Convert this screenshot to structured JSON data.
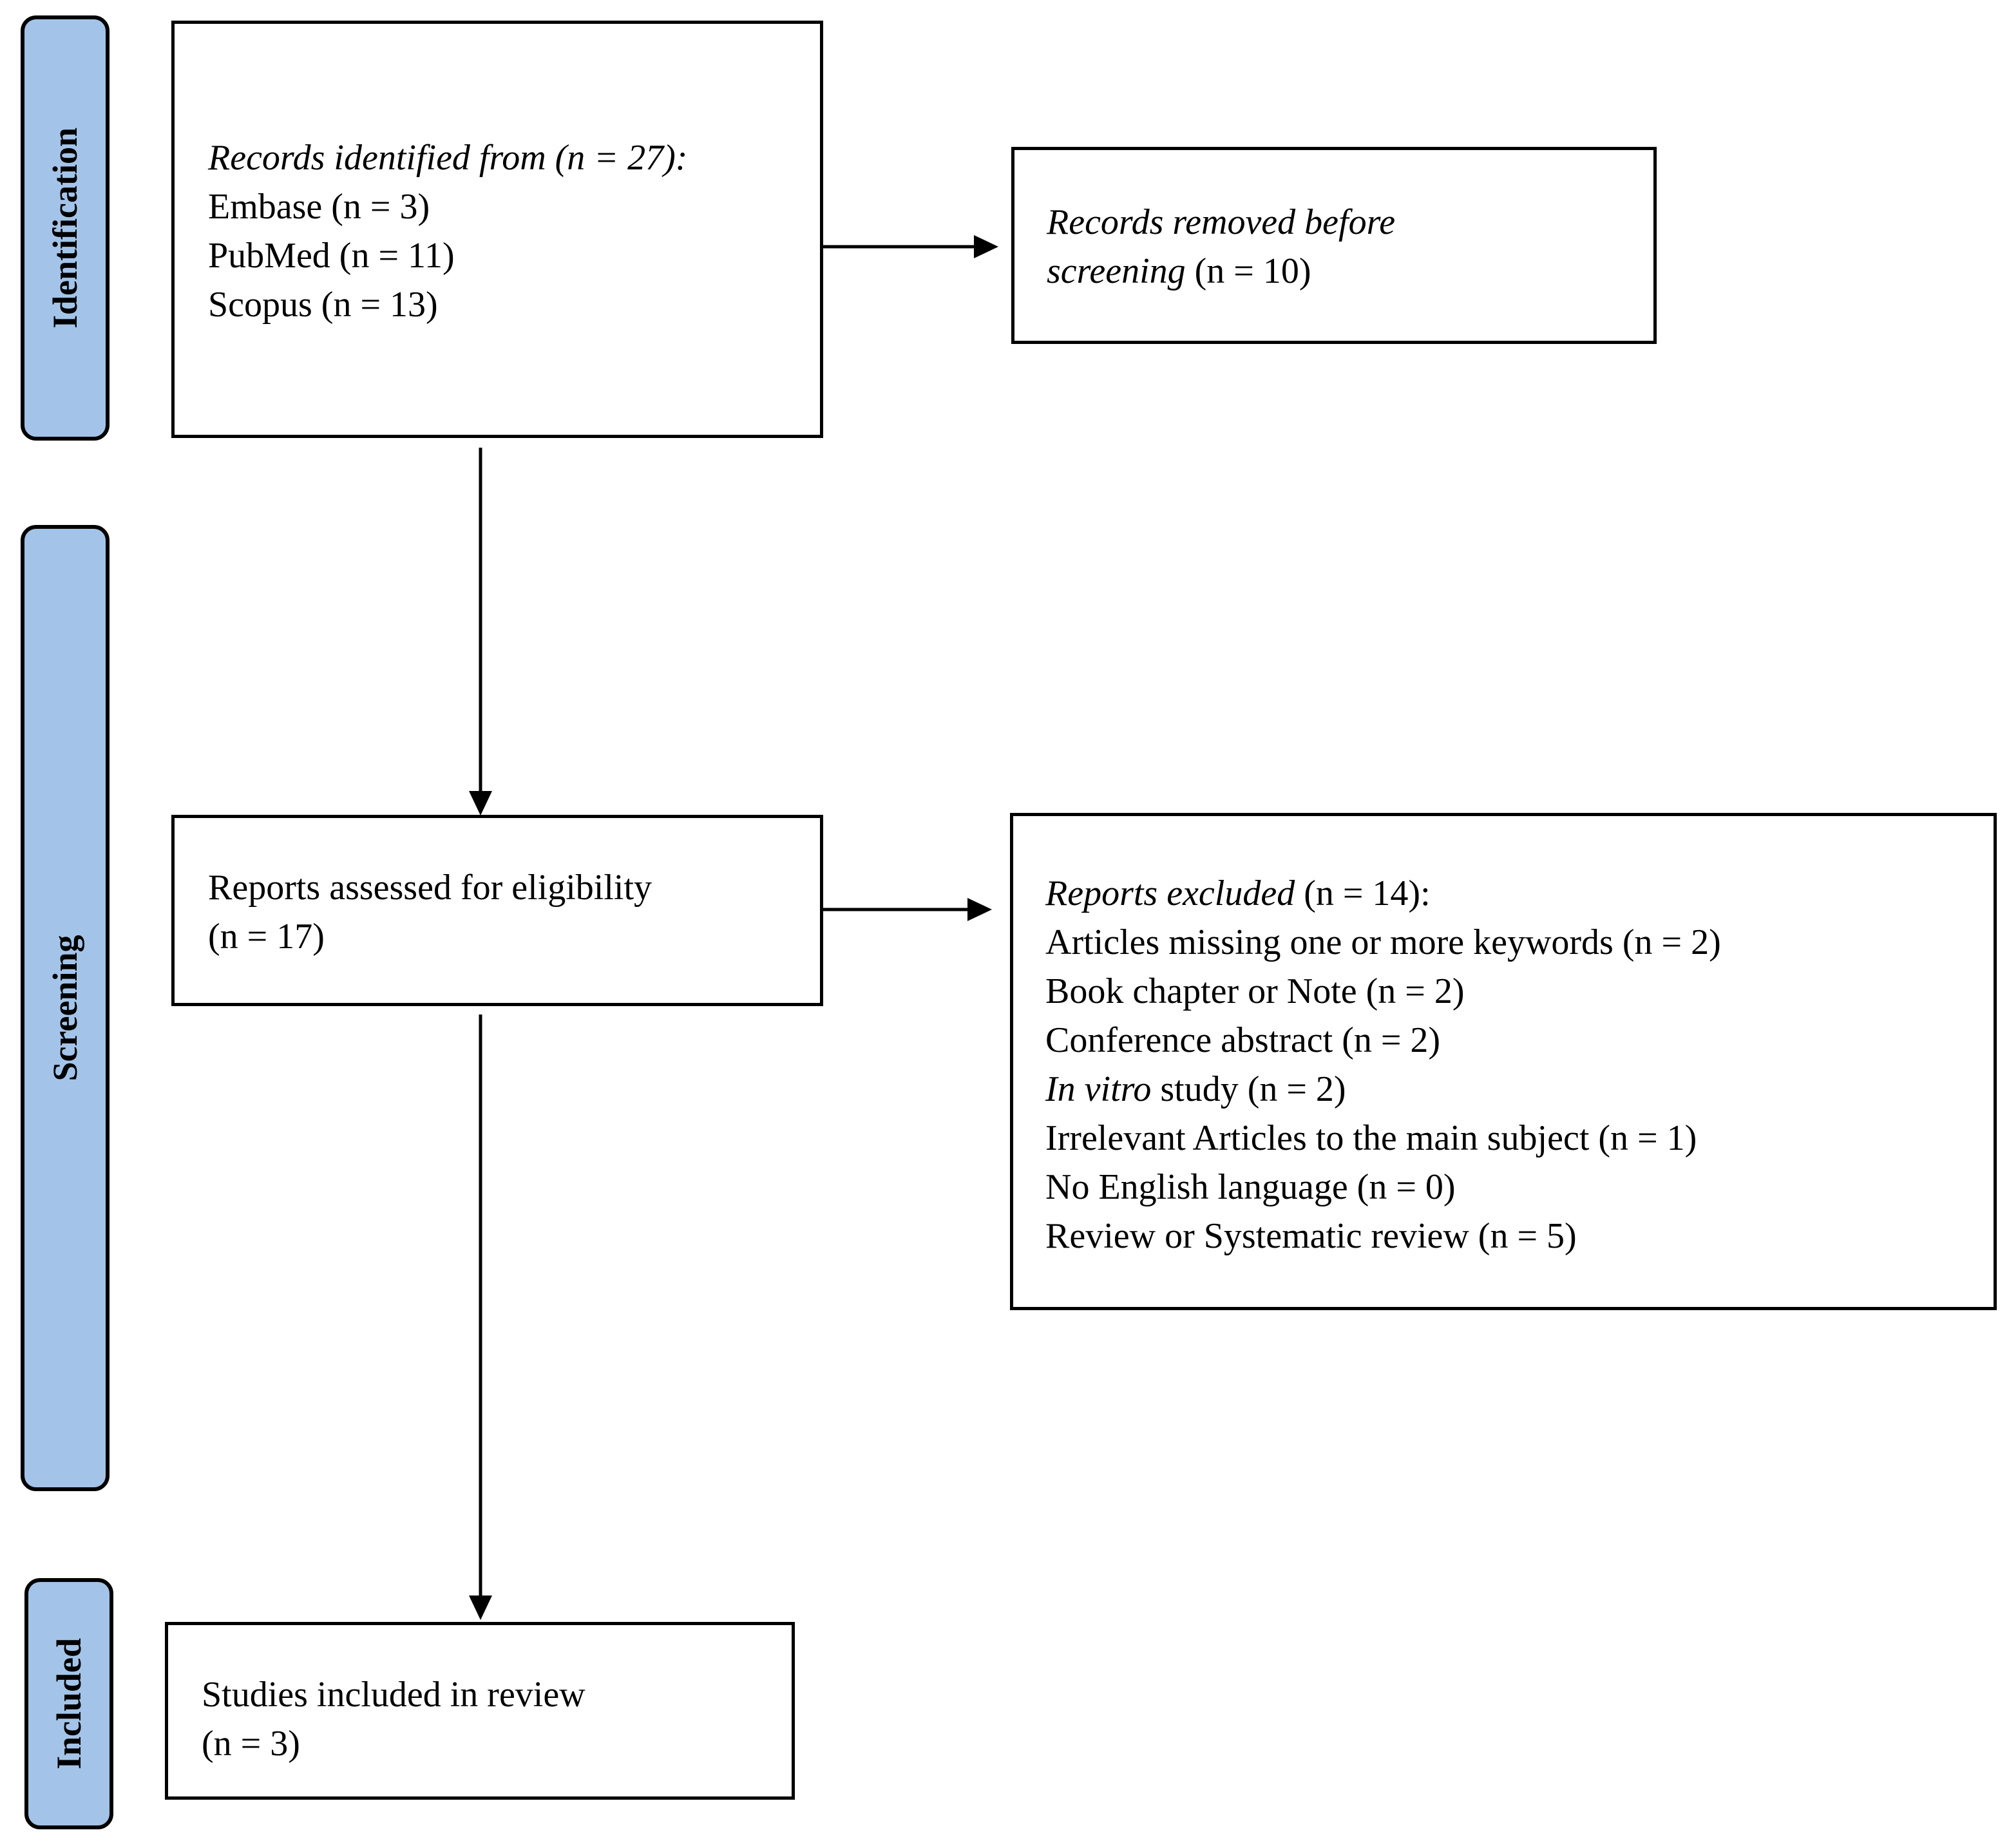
{
  "phases": {
    "identification": "Identification",
    "screening": "Screening",
    "included": "Included"
  },
  "boxes": {
    "records_identified": {
      "heading": "Records identified from (n = 27):",
      "lines": [
        "Embase (n = 3)",
        "PubMed (n = 11)",
        "Scopus (n = 13)"
      ]
    },
    "records_removed": {
      "line1": "Records removed before",
      "line2_italic": "screening",
      "line2_rest": " (n = 10)"
    },
    "reports_assessed": {
      "line1": "Reports assessed for eligibility",
      "line2": "(n = 17)"
    },
    "reports_excluded": {
      "heading_italic": "Reports excluded",
      "heading_rest": " (n = 14):",
      "lines": [
        "Articles missing one or more keywords (n = 2)",
        "Book chapter or Note (n = 2)",
        "Conference abstract (n = 2)"
      ],
      "in_vitro_italic": "In vitro",
      "in_vitro_rest": " study (n = 2)",
      "lines_after": [
        "Irrelevant Articles to the main subject (n = 1)",
        "No English language (n = 0)",
        "Review or Systematic review (n = 5)"
      ]
    },
    "studies_included": {
      "line1": "Studies included in review",
      "line2": "(n = 3)"
    }
  }
}
